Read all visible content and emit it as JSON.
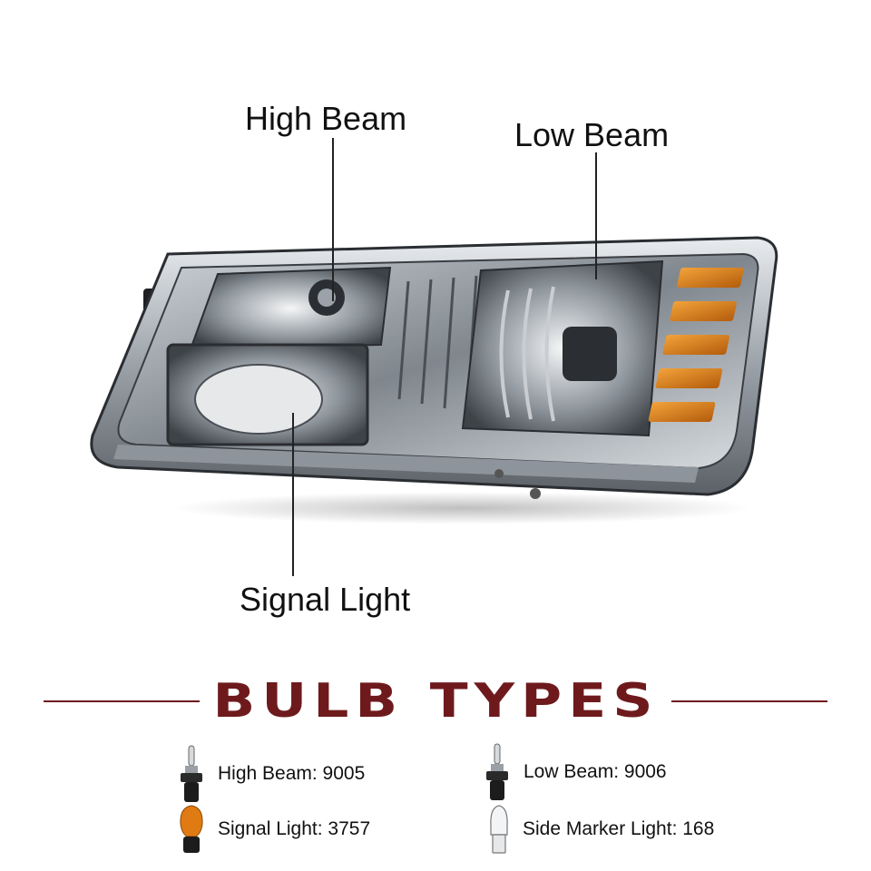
{
  "callouts": {
    "high_beam": "High Beam",
    "low_beam": "Low Beam",
    "signal_light": "Signal Light"
  },
  "section": {
    "title": "BULB TYPES"
  },
  "bulbs": [
    {
      "label": "High Beam: 9005",
      "icon": "halogen-bulb-icon"
    },
    {
      "label": "Low Beam: 9006",
      "icon": "halogen-bulb-icon"
    },
    {
      "label": "Signal Light: 3757",
      "icon": "amber-bulb-icon"
    },
    {
      "label": "Side Marker Light: 168",
      "icon": "wedge-bulb-icon"
    }
  ],
  "colors": {
    "accent": "#6e1a1d",
    "amber": "#e07a12",
    "chrome": "#b8bcc2"
  }
}
